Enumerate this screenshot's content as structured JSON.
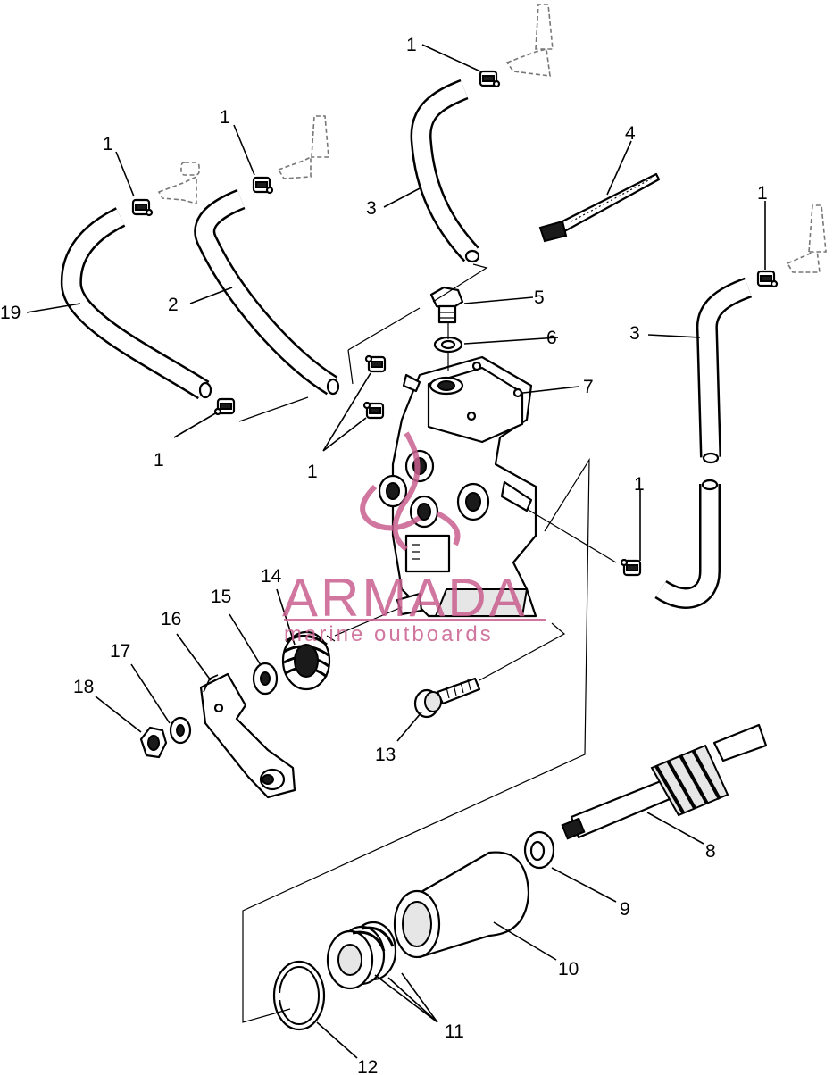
{
  "diagram": {
    "callouts": [
      "1",
      "1",
      "1",
      "1",
      "1",
      "1",
      "1",
      "2",
      "3",
      "3",
      "4",
      "5",
      "6",
      "7",
      "8",
      "9",
      "10",
      "11",
      "12",
      "13",
      "14",
      "15",
      "16",
      "17",
      "18",
      "19"
    ]
  },
  "watermark": {
    "brand": "ARMADA",
    "tagline": "marine outboards",
    "color": "#c9608f"
  }
}
